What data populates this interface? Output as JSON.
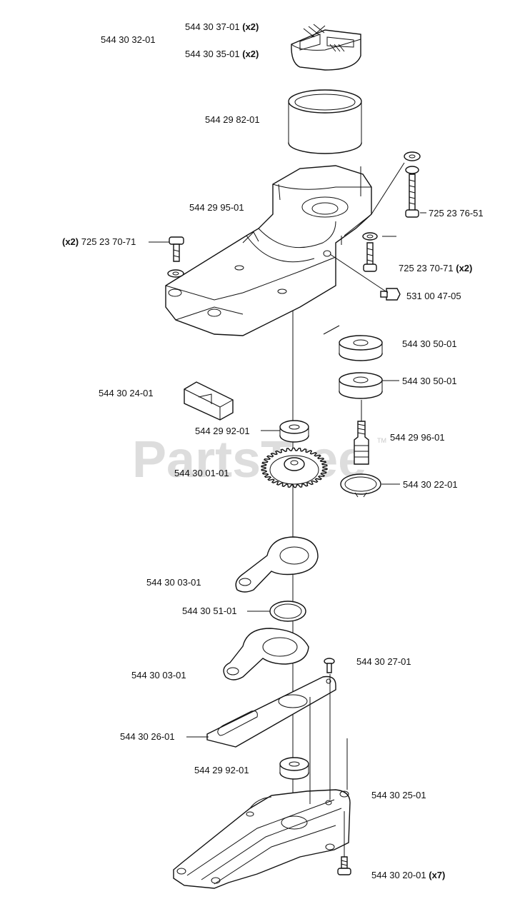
{
  "watermark": {
    "text": "PartsTree",
    "trademark": "TM"
  },
  "parts": [
    {
      "id": "p1",
      "number": "544 30 32-01",
      "qty": ""
    },
    {
      "id": "p2",
      "number": "544 30 37-01",
      "qty": "(x2)"
    },
    {
      "id": "p3",
      "number": "544 30 35-01",
      "qty": "(x2)"
    },
    {
      "id": "p4",
      "number": "544 29 82-01",
      "qty": ""
    },
    {
      "id": "p5",
      "number": "544 29 95-01",
      "qty": ""
    },
    {
      "id": "p6",
      "number": "725 23 76-51",
      "qty": ""
    },
    {
      "id": "p7",
      "number": "725 23 70-71",
      "qty": "(x2)"
    },
    {
      "id": "p8",
      "number": "725 23 70-71",
      "qty": "(x2)"
    },
    {
      "id": "p9",
      "number": "531 00 47-05",
      "qty": ""
    },
    {
      "id": "p10",
      "number": "544 30 50-01",
      "qty": ""
    },
    {
      "id": "p11",
      "number": "544 30 50-01",
      "qty": ""
    },
    {
      "id": "p12",
      "number": "544 30 24-01",
      "qty": ""
    },
    {
      "id": "p13",
      "number": "544 29 92-01",
      "qty": ""
    },
    {
      "id": "p14",
      "number": "544 29 96-01",
      "qty": ""
    },
    {
      "id": "p15",
      "number": "544 30 01-01",
      "qty": ""
    },
    {
      "id": "p16",
      "number": "544 30 22-01",
      "qty": ""
    },
    {
      "id": "p17",
      "number": "544 30 03-01",
      "qty": ""
    },
    {
      "id": "p18",
      "number": "544 30 51-01",
      "qty": ""
    },
    {
      "id": "p19",
      "number": "544 30 03-01",
      "qty": ""
    },
    {
      "id": "p20",
      "number": "544 30 27-01",
      "qty": ""
    },
    {
      "id": "p21",
      "number": "544 30 26-01",
      "qty": ""
    },
    {
      "id": "p22",
      "number": "544 29 92-01",
      "qty": ""
    },
    {
      "id": "p23",
      "number": "544 30 25-01",
      "qty": ""
    },
    {
      "id": "p24",
      "number": "544 30 20-01",
      "qty": "(x7)"
    }
  ]
}
